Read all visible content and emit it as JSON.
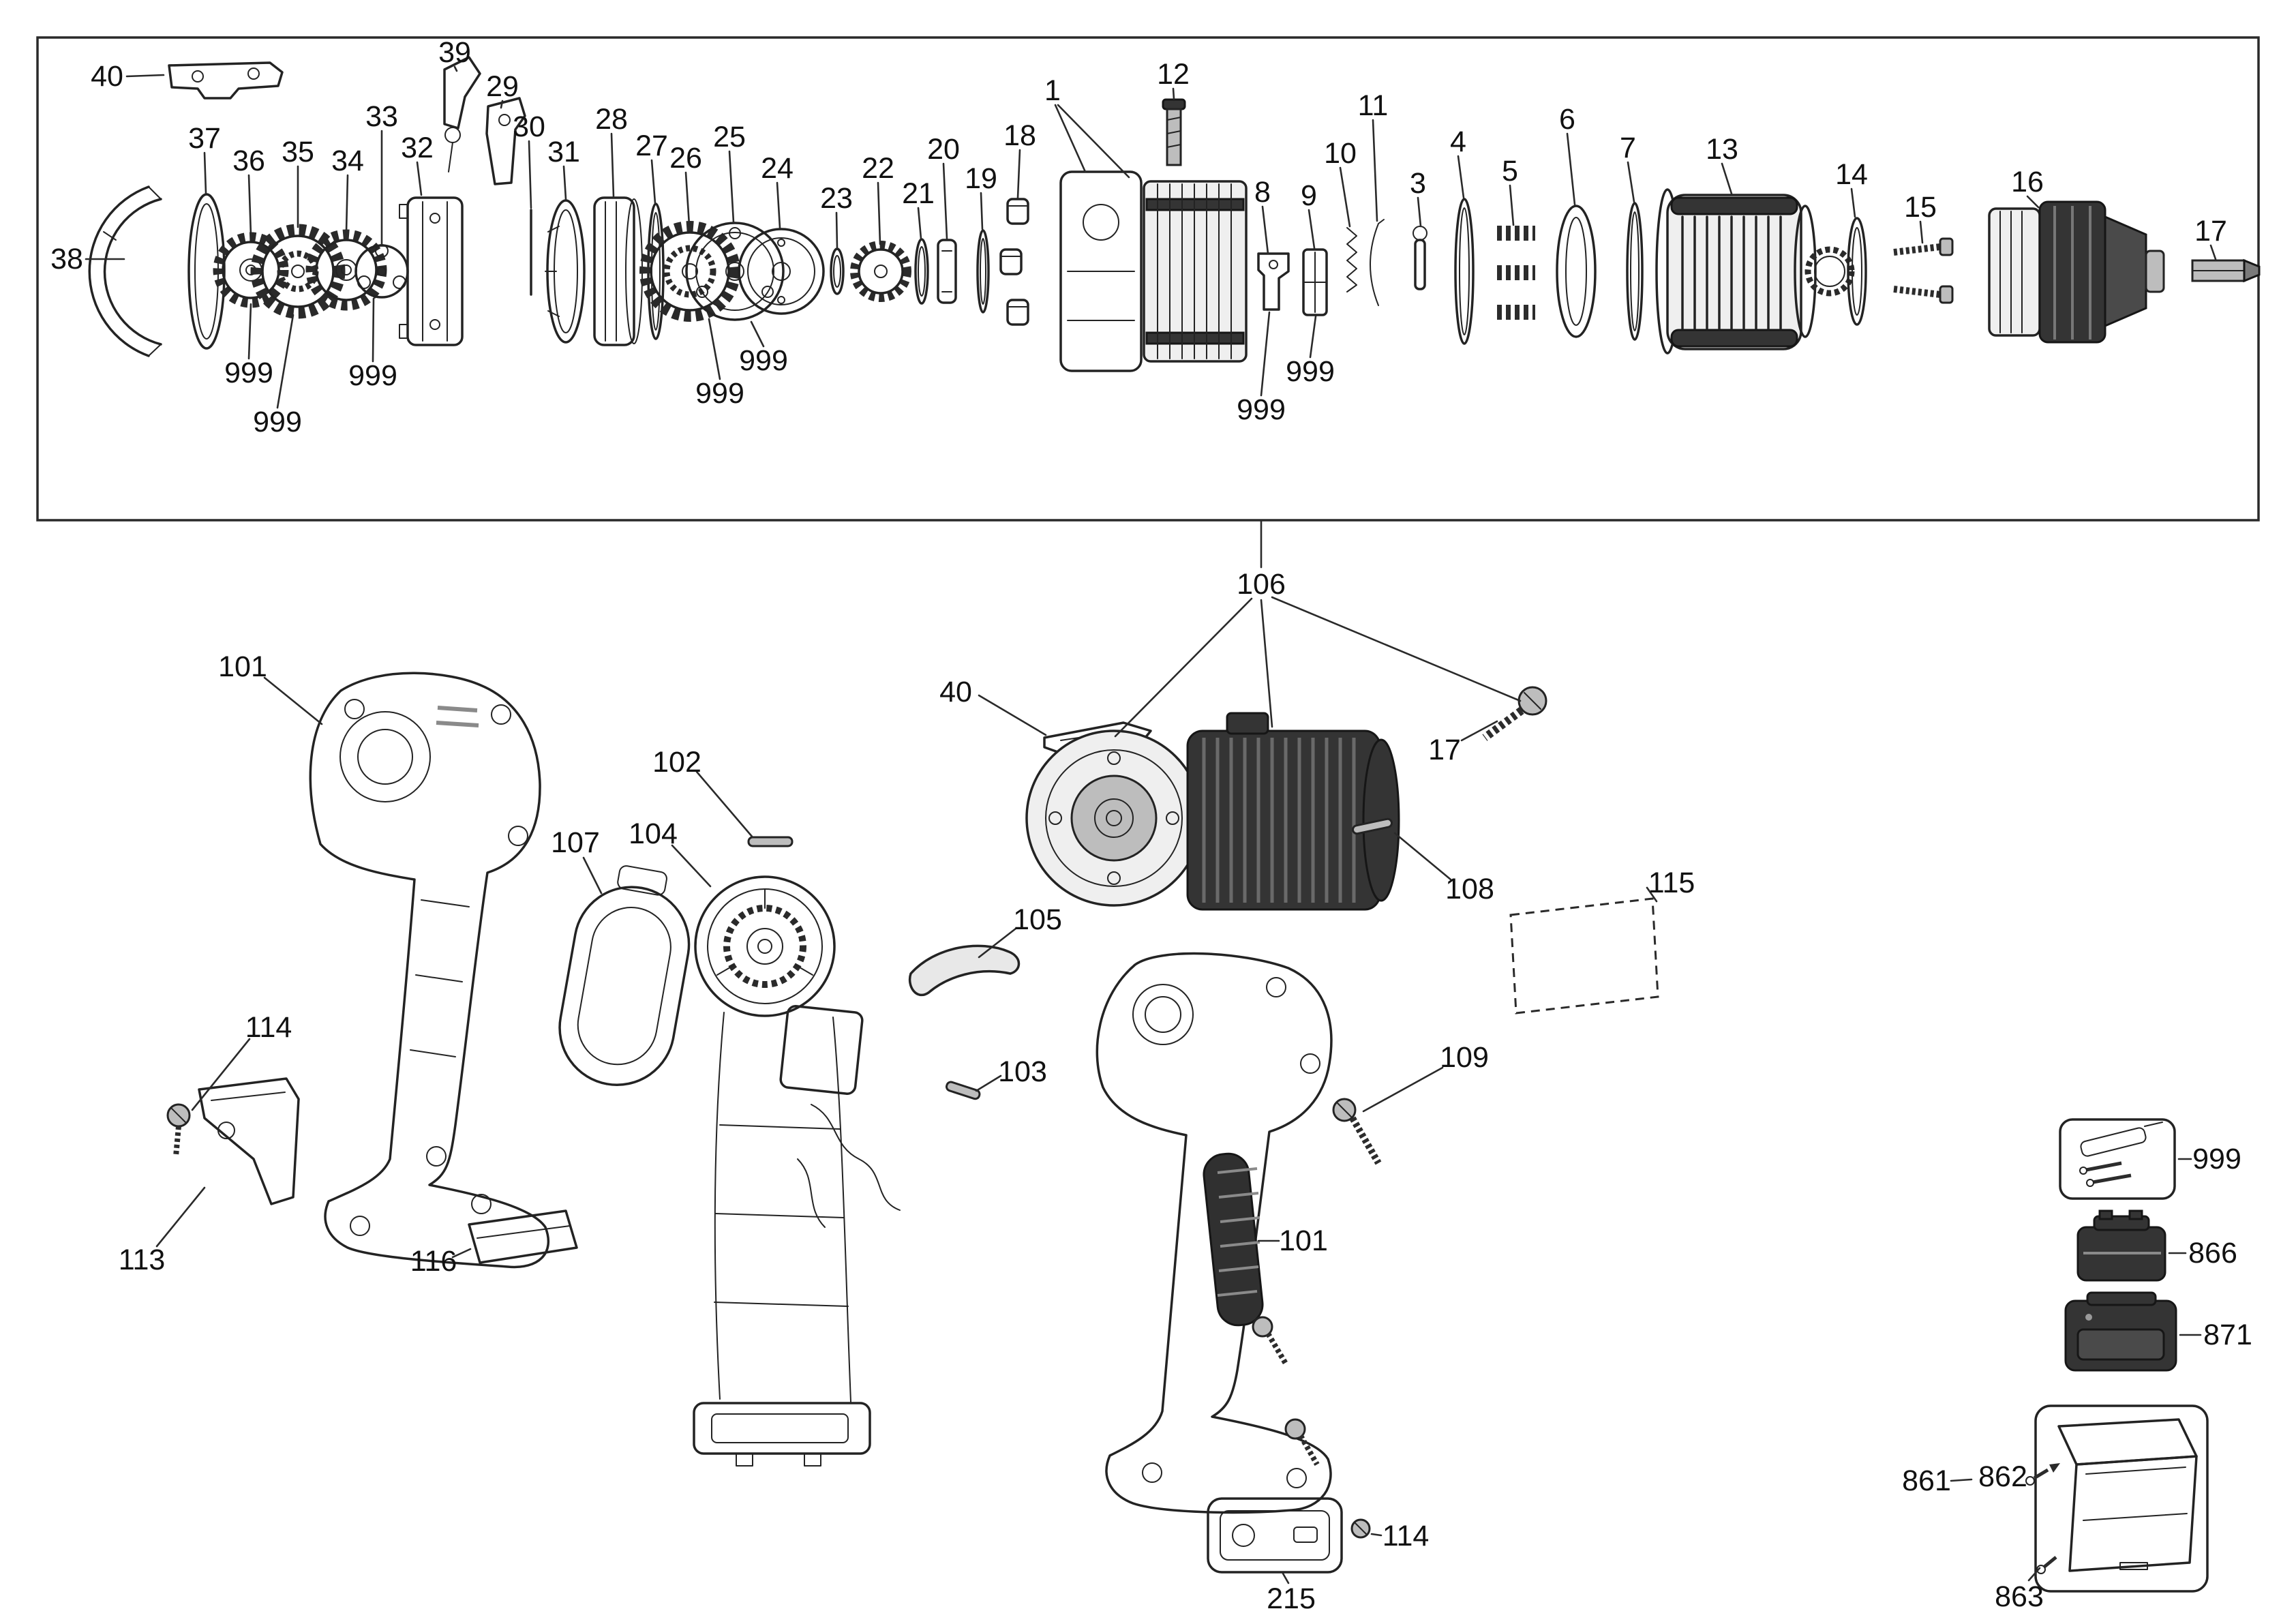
{
  "diagram": {
    "kind": "exploded-parts-diagram",
    "colors": {
      "background": "#ffffff",
      "line": "#232323",
      "dark_part": "#343434"
    }
  },
  "callouts": {
    "top_40": "40",
    "top_39": "39",
    "top_29": "29",
    "top_30": "30",
    "top_33": "33",
    "top_28": "28",
    "top_37": "37",
    "top_36": "36",
    "top_35": "35",
    "top_34": "34",
    "top_32": "32",
    "top_31": "31",
    "top_27": "27",
    "top_26": "26",
    "top_25": "25",
    "top_24": "24",
    "top_23": "23",
    "top_22": "22",
    "top_21": "21",
    "top_20": "20",
    "top_19": "19",
    "top_18": "18",
    "top_1": "1",
    "top_12": "12",
    "top_8": "8",
    "top_9": "9",
    "top_10": "10",
    "top_11": "11",
    "top_3": "3",
    "top_4": "4",
    "top_5": "5",
    "top_6": "6",
    "top_7": "7",
    "top_13": "13",
    "top_14": "14",
    "top_15": "15",
    "top_16": "16",
    "top_17": "17",
    "top_38": "38",
    "top_999_below_36": "999",
    "top_999_below_35": "999",
    "top_999_below_33": "999",
    "top_999_below_26": "999",
    "top_999_below_25": "999",
    "top_999_below_8": "999",
    "top_999_below_9": "999",
    "bottom_106": "106",
    "bottom_101_left": "101",
    "bottom_40": "40",
    "bottom_17": "17",
    "bottom_102": "102",
    "bottom_107": "107",
    "bottom_104": "104",
    "bottom_105": "105",
    "bottom_108": "108",
    "bottom_115": "115",
    "bottom_103": "103",
    "bottom_109": "109",
    "bottom_101_right": "101",
    "bottom_114_left": "114",
    "bottom_113": "113",
    "bottom_116": "116",
    "bottom_215": "215",
    "bottom_114_right": "114",
    "side_999": "999",
    "side_866": "866",
    "side_871": "871",
    "side_861": "861",
    "side_862": "862",
    "side_863": "863"
  }
}
